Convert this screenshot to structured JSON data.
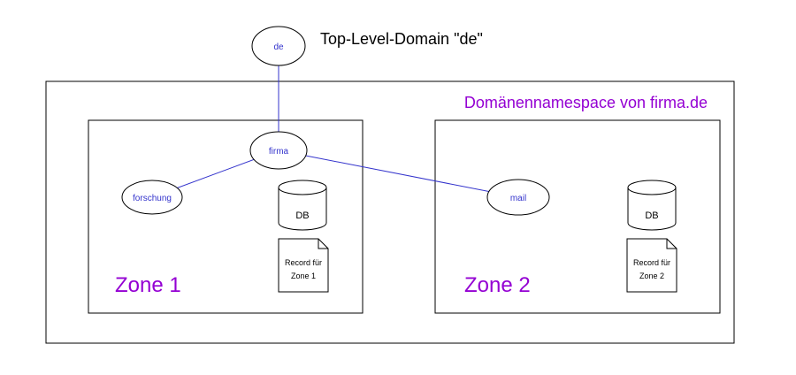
{
  "title": "Top-Level-Domain \"de\"",
  "namespace_label": "Domänennamespace von firma.de",
  "nodes": {
    "de": "de",
    "firma": "firma",
    "forschung": "forschung",
    "mail": "mail"
  },
  "zone1": {
    "label": "Zone 1",
    "db_label": "DB",
    "record_line1": "Record für",
    "record_line2": "Zone 1"
  },
  "zone2": {
    "label": "Zone 2",
    "db_label": "DB",
    "record_line1": "Record für",
    "record_line2": "Zone 2"
  },
  "colors": {
    "node_text": "#3333cc",
    "line": "#3333cc",
    "accent": "#9400d3"
  }
}
